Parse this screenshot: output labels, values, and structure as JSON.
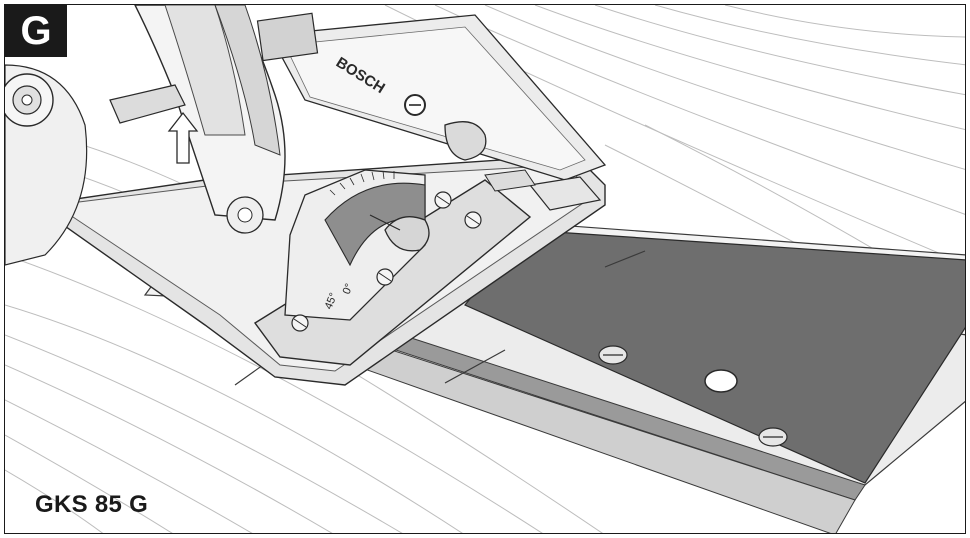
{
  "figure": {
    "badge": "G",
    "model": "GKS 85 G",
    "brand": "BOSCH",
    "scale_labels": [
      "0°",
      "45°"
    ]
  },
  "icons": [
    "arrow-up-icon",
    "bosch-logo-icon"
  ],
  "colors": {
    "badge_bg": "#1a1a1a",
    "badge_text": "#ffffff",
    "rail_dark": "#6e6e6e",
    "line": "#3a3a3a",
    "wood_grain": "#bdbdbd",
    "body_light": "#e9e9e9"
  }
}
